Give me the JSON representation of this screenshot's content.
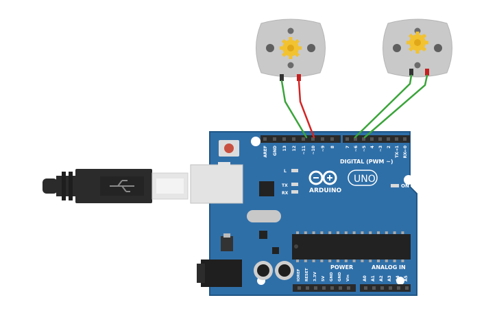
{
  "board": {
    "brand": "ARDUINO",
    "model": "UNO",
    "digital_header_label": "DIGITAL (PWM ~)",
    "power_label": "POWER",
    "analog_label": "ANALOG IN",
    "on_label": "ON",
    "l_label": "L",
    "tx_label": "TX",
    "rx_label": "RX",
    "top_pins_left": [
      "AREF",
      "GND",
      "13",
      "12",
      "~11",
      "~10",
      "~9",
      "8"
    ],
    "top_pins_right": [
      "7",
      "~6",
      "~5",
      "4",
      "~3",
      "2",
      "TX→1",
      "RX←0"
    ],
    "power_pins": [
      "IOREF",
      "RESET",
      "3.3V",
      "5V",
      "GND",
      "GND",
      "Vin"
    ],
    "analog_pins": [
      "A0",
      "A1",
      "A2",
      "A3",
      "A4",
      "A5"
    ],
    "colors": {
      "board": "#2f6fa8",
      "board_edge": "#1f5686",
      "header": "#2a2a2a",
      "chip": "#222222"
    }
  },
  "motors": [
    {
      "name": "motor-1",
      "color": "#c9c9c9",
      "gear_color": "#f2c230"
    },
    {
      "name": "motor-2",
      "color": "#c9c9c9",
      "gear_color": "#f2c230"
    }
  ],
  "wires": {
    "green": "#3aa43a",
    "red": "#d42424"
  },
  "usb": {
    "cable_color": "#2b2b2b",
    "plug_color": "#e6e6e6"
  }
}
